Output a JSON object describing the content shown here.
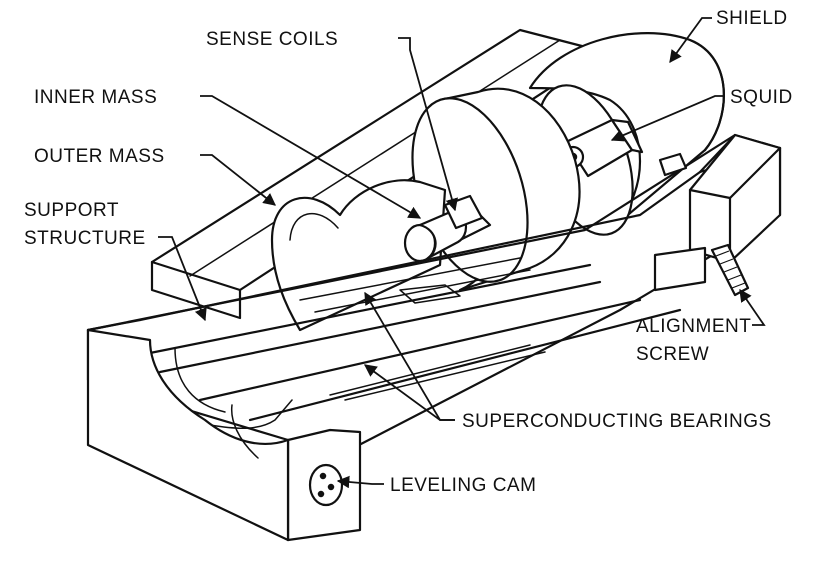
{
  "labels": {
    "shield": "SHIELD",
    "sense_coils": "SENSE COILS",
    "inner_mass": "INNER MASS",
    "squid": "SQUID",
    "outer_mass": "OUTER MASS",
    "support_line1": "SUPPORT",
    "support_line2": "STRUCTURE",
    "alignment_line1": "ALIGNMENT",
    "alignment_line2": "SCREW",
    "superconducting_bearings": "SUPERCONDUCTING BEARINGS",
    "leveling_cam": "LEVELING CAM"
  }
}
